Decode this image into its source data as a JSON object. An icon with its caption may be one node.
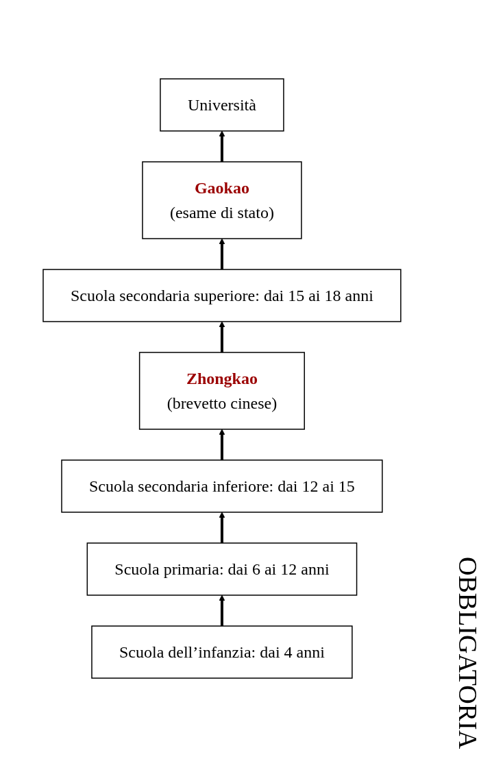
{
  "diagram": {
    "nodes": [
      {
        "text": [
          "Università"
        ]
      },
      {
        "text": [
          "Gaokao",
          "(esame di stato)"
        ]
      },
      {
        "text": [
          "Scuola secondaria superiore: dai 15 ai 18 anni"
        ]
      },
      {
        "text": [
          "Zhongkao",
          "(brevetto cinese)"
        ]
      },
      {
        "text": [
          "Scuola secondaria inferiore: dai 12 ai 15"
        ]
      },
      {
        "text": [
          "Scuola primaria: dai 6 ai 12 anni"
        ]
      },
      {
        "text": [
          "Scuola dell’infanzia: dai 4 anni"
        ]
      }
    ],
    "edges": [
      {
        "from": 6,
        "to": 5,
        "arrow": "to"
      },
      {
        "from": 5,
        "to": 4,
        "arrow": "to"
      },
      {
        "from": 4,
        "to": 3,
        "arrow": "to"
      },
      {
        "from": 3,
        "to": 2,
        "arrow": "to"
      },
      {
        "from": 2,
        "to": 1,
        "arrow": "to"
      },
      {
        "from": 1,
        "to": 0,
        "arrow": "to"
      }
    ],
    "labels": [
      "OBBLIGATORIA"
    ]
  }
}
